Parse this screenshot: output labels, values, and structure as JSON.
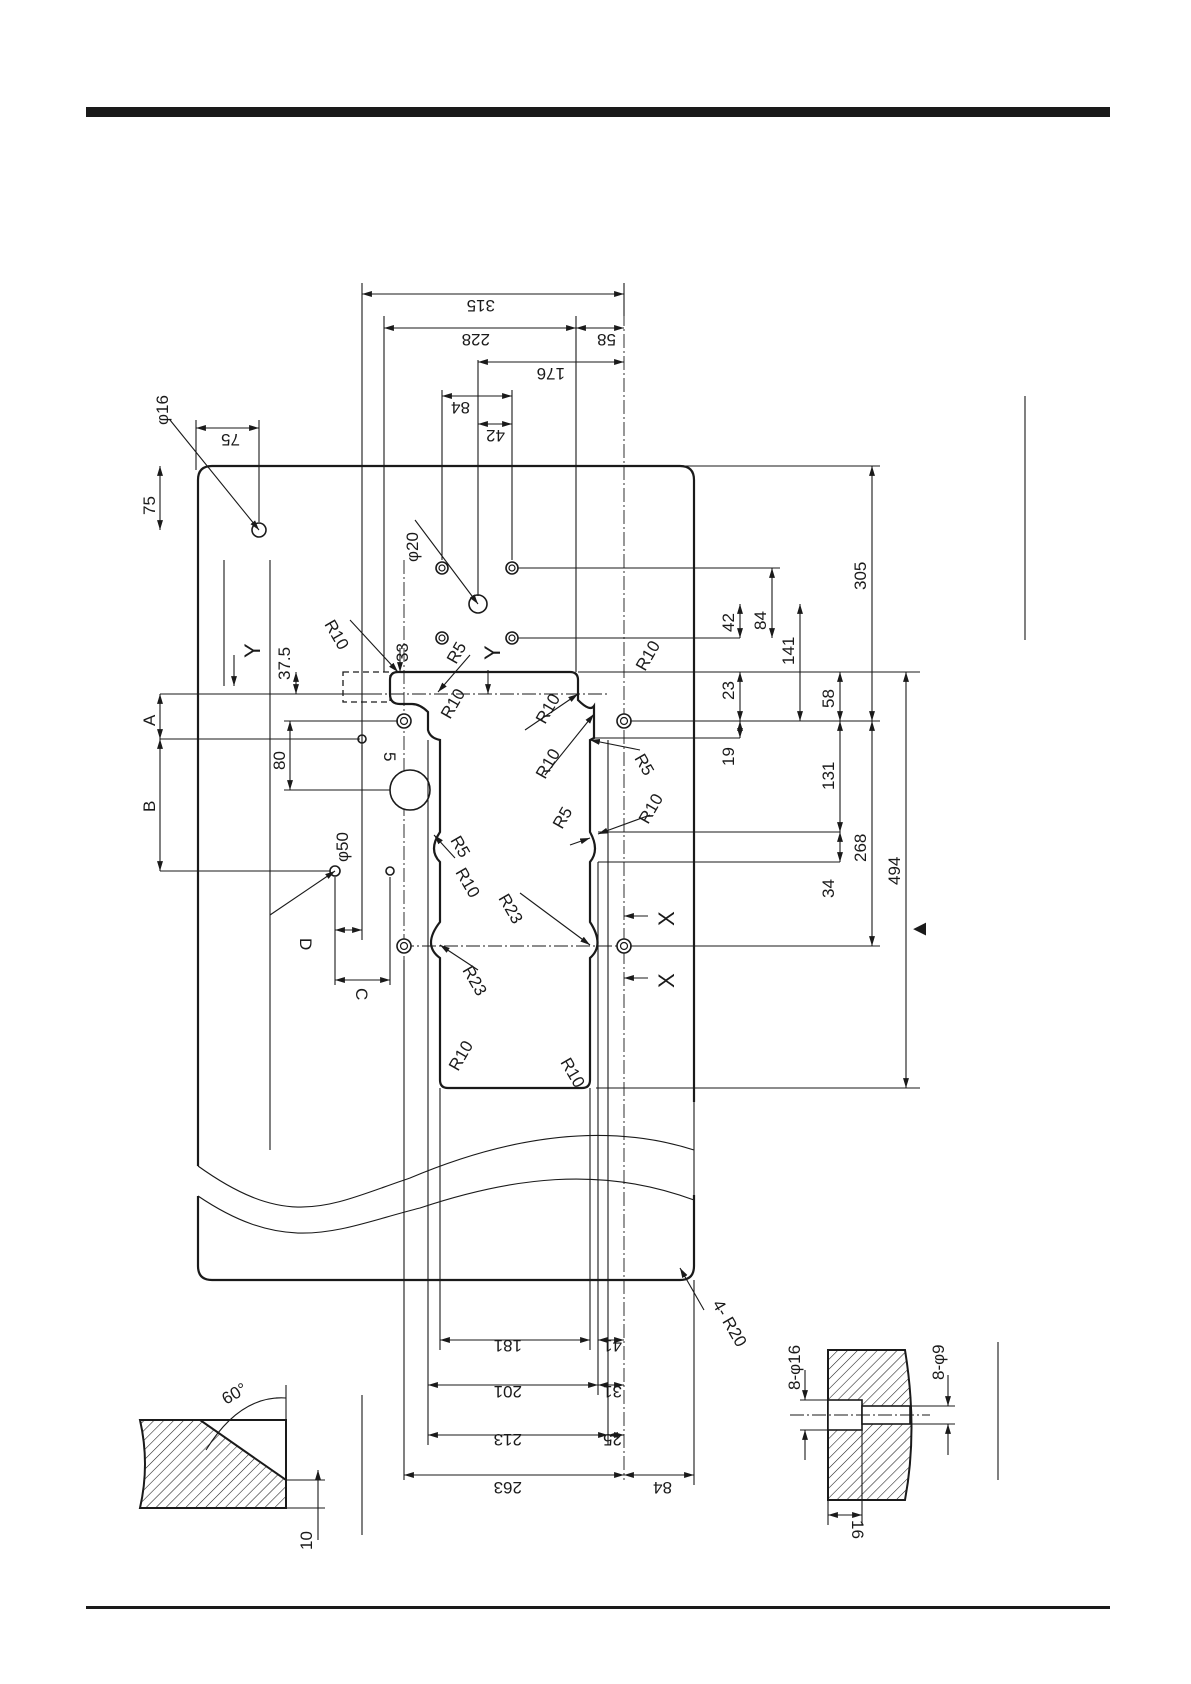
{
  "drawing": {
    "top_dims": {
      "d315": "315",
      "d228": "228",
      "d58": "58",
      "d176": "176",
      "d84": "84",
      "d42": "42",
      "d75": "75",
      "phi16": "φ16"
    },
    "left_dims": {
      "d75": "75",
      "d37_5": "37.5",
      "d33": "33",
      "dA": "A",
      "d80": "80",
      "dB": "B",
      "d5": "5",
      "phi50": "φ50",
      "dD": "D",
      "dC": "C",
      "phi20": "φ20"
    },
    "right_dims": {
      "d305": "305",
      "d141": "141",
      "d84": "84",
      "d42": "42",
      "d58": "58",
      "d23": "23",
      "d19": "19",
      "d131": "131",
      "d268": "268",
      "d34": "34",
      "d494": "494"
    },
    "bottom_dims": {
      "d181": "181",
      "d41": "41",
      "d201": "201",
      "d31": "31",
      "d213": "213",
      "d25": "25",
      "d263": "263",
      "d84": "84",
      "r20": "4- R20"
    },
    "radii": [
      "R10",
      "R5",
      "R10",
      "R10",
      "R10",
      "R10",
      "R5",
      "R5",
      "R10",
      "R5",
      "R10",
      "R23",
      "R23",
      "R10",
      "R10"
    ],
    "section_marks": {
      "y": "Y",
      "x": "X"
    },
    "chamfer": {
      "angle": "60°",
      "depth": "10"
    },
    "counterbore": {
      "cb": "8-φ16",
      "thru": "8-φ9",
      "depth": "16"
    },
    "reference": {
      "triangle": "▲"
    }
  }
}
